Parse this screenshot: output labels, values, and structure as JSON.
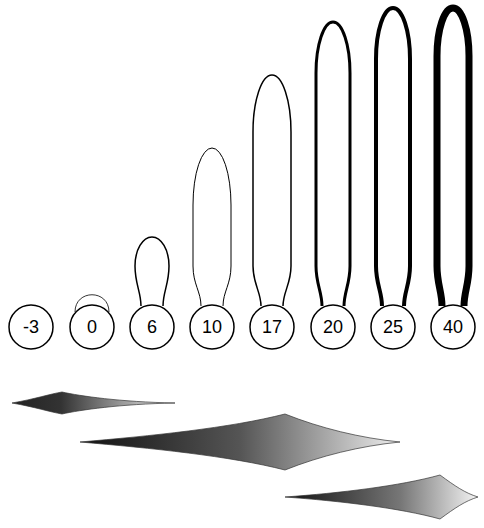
{
  "diagram": {
    "nodes": [
      {
        "text": [
          "-3"
        ]
      },
      {
        "text": [
          "0"
        ]
      },
      {
        "text": [
          "6"
        ]
      },
      {
        "text": [
          "10"
        ]
      },
      {
        "text": [
          "17"
        ]
      },
      {
        "text": [
          "20"
        ]
      },
      {
        "text": [
          "25"
        ]
      },
      {
        "text": [
          "40"
        ]
      }
    ]
  }
}
